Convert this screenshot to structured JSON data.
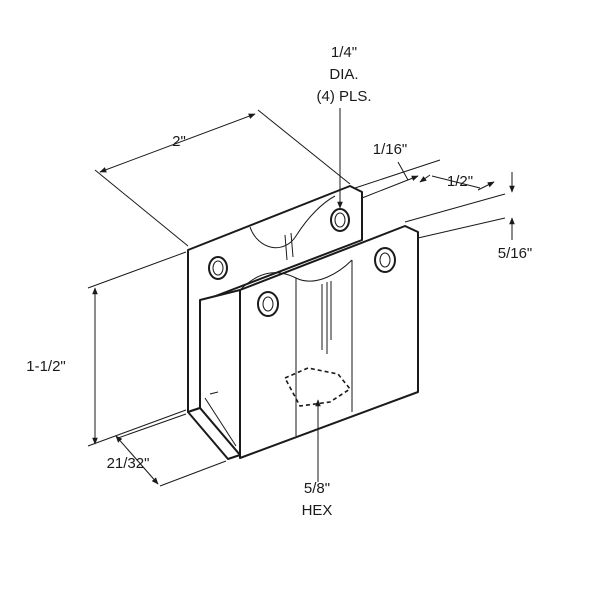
{
  "drawing": {
    "line_color": "#1a1a1a",
    "background": "#ffffff",
    "dimensions": {
      "hole_size": [
        "1/4\"",
        "DIA.",
        "(4) PLS."
      ],
      "width": "2\"",
      "wall_thickness": "1/16\"",
      "hole_center_offset": "1/2\"",
      "hole_edge_offset": "5/16\"",
      "height": "1-1/2\"",
      "depth": "21/32\"",
      "hex_size": [
        "5/8\"",
        "HEX"
      ]
    }
  }
}
